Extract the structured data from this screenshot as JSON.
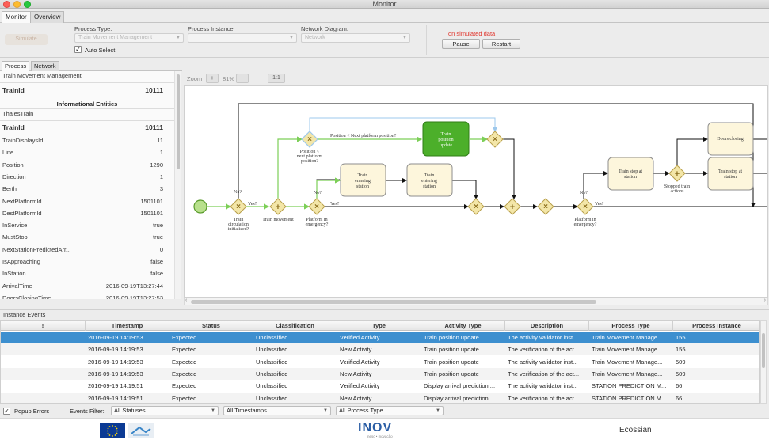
{
  "window": {
    "title": "Monitor"
  },
  "tabs": [
    {
      "label": "Monitor",
      "active": true
    },
    {
      "label": "Overview",
      "active": false
    }
  ],
  "controls": {
    "disabled_button": "Simulate",
    "process_type": {
      "label": "Process Type:",
      "value": "Train Movement Management"
    },
    "process_instance": {
      "label": "Process Instance:",
      "value": ""
    },
    "network_diagram": {
      "label": "Network Diagram:",
      "value": "Network"
    },
    "auto_select": {
      "label": "Auto Select",
      "checked": true
    },
    "simulated_notice": "on simulated data",
    "pause_label": "Pause",
    "restart_label": "Restart"
  },
  "subtabs": [
    {
      "label": "Process",
      "active": true
    },
    {
      "label": "Network",
      "active": false
    }
  ],
  "left_panel": {
    "process_name": "Train Movement Management",
    "key_label": "TrainId",
    "key_value": "10111",
    "entities_heading": "Informational Entities",
    "entity_name": "ThalesTrain",
    "entity_key_label": "TrainId",
    "entity_key_value": "10111",
    "attributes": [
      {
        "k": "TrainDisplaysId",
        "v": "11"
      },
      {
        "k": "Line",
        "v": "1"
      },
      {
        "k": "Position",
        "v": "1290"
      },
      {
        "k": "Direction",
        "v": "1"
      },
      {
        "k": "Berth",
        "v": "3"
      },
      {
        "k": "NextPlatformId",
        "v": "1501101"
      },
      {
        "k": "DestPlatformId",
        "v": "1501101"
      },
      {
        "k": "InService",
        "v": "true"
      },
      {
        "k": "MustStop",
        "v": "true"
      },
      {
        "k": "NextStationPredictedArr...",
        "v": "0"
      },
      {
        "k": "IsApproaching",
        "v": "false"
      },
      {
        "k": "InStation",
        "v": "false"
      },
      {
        "k": "ArrivalTime",
        "v": "2016-09-19T13:27:44"
      },
      {
        "k": "DoorsClosingTime",
        "v": "2016-09-19T13:27:53"
      }
    ]
  },
  "zoom": {
    "label": "Zoom",
    "plus": "+",
    "percent": "81%",
    "minus": "−",
    "reset": "1:1"
  },
  "diagram": {
    "nodes": {
      "train_position_update": [
        "Train",
        "position",
        "update"
      ],
      "train_entering_1": [
        "Train",
        "entering",
        "station"
      ],
      "train_entering_2": [
        "Train",
        "entering",
        "station"
      ],
      "train_stop_station_1": [
        "Train stop at",
        "station"
      ],
      "train_stop_station_2": [
        "Train stop at",
        "station"
      ],
      "doors_closing": [
        "Doors closing"
      ]
    },
    "labels": {
      "train_circulation": [
        "Train",
        "circulation",
        "initialized?"
      ],
      "train_movement": [
        "Train movement"
      ],
      "position_check": [
        "Position <",
        "next platform",
        "position?"
      ],
      "platform_emergency_1": [
        "Platform in",
        "emergency?"
      ],
      "platform_emergency_2": [
        "Platform in",
        "emergency?"
      ],
      "stopped_train": [
        "Stopped train",
        "actions"
      ],
      "cond_top": "Position < Next platform position?",
      "no_1": "No?",
      "yes_1": "Yes?",
      "no_2": "No?",
      "yes_2": "Yes?",
      "no_3": "No?",
      "yes_3": "Yes?"
    }
  },
  "instance_events": {
    "title": "Instance Events",
    "columns": [
      "!",
      "Timestamp",
      "Status",
      "Classification",
      "Type",
      "Activity Type",
      "Description",
      "Process Type",
      "Process Instance"
    ],
    "rows": [
      [
        "",
        "2016-09-19 14:19:53",
        "Expected",
        "Unclassified",
        "Verified Activity",
        "Train position update",
        "The activity validator inst...",
        "Train Movement Manage...",
        "155"
      ],
      [
        "",
        "2016-09-19 14:19:53",
        "Expected",
        "Unclassified",
        "New Activity",
        "Train position update",
        "The verification of the act...",
        "Train Movement Manage...",
        "155"
      ],
      [
        "",
        "2016-09-19 14:19:53",
        "Expected",
        "Unclassified",
        "Verified Activity",
        "Train position update",
        "The activity validator inst...",
        "Train Movement Manage...",
        "509"
      ],
      [
        "",
        "2016-09-19 14:19:53",
        "Expected",
        "Unclassified",
        "New Activity",
        "Train position update",
        "The verification of the act...",
        "Train Movement Manage...",
        "509"
      ],
      [
        "",
        "2016-09-19 14:19:51",
        "Expected",
        "Unclassified",
        "Verified Activity",
        "Display arrival prediction ...",
        "The activity validator inst...",
        "STATION PREDICTION M...",
        "66"
      ],
      [
        "",
        "2016-09-19 14:19:51",
        "Expected",
        "Unclassified",
        "New Activity",
        "Display arrival prediction ...",
        "The verification of the act...",
        "STATION PREDICTION M...",
        "66"
      ]
    ],
    "selected_row": 0
  },
  "filters": {
    "popup_errors": {
      "label": "Popup Errors",
      "checked": true
    },
    "events_filter_label": "Events Filter:",
    "statuses": "All Statuses",
    "timestamps": "All Timestamps",
    "process_types": "All Process Type"
  },
  "footer": {
    "logo_center": "INOV",
    "logo_center_sub": "inesc • inovação",
    "logo_right": "Ecossian"
  },
  "colors": {
    "selection": "#3d8fcf",
    "alert": "#e0332a",
    "active_task": "#4caf2a",
    "gateway": "#f3e6a8",
    "task": "#fdf6dc"
  }
}
